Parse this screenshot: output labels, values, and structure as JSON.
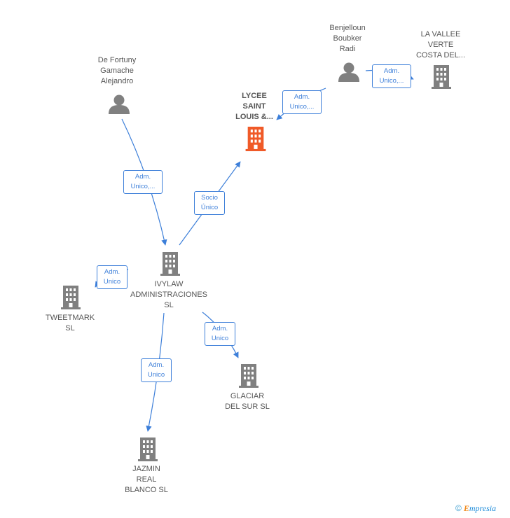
{
  "nodes": {
    "de_fortuny": {
      "label": "De Fortuny\nGamache\nAlejandro",
      "kind": "person"
    },
    "benjelloun": {
      "label": "Benjelloun\nBoubker\nRadi",
      "kind": "person"
    },
    "la_vallee": {
      "label": "LA VALLEE\nVERTE\nCOSTA DEL...",
      "kind": "company"
    },
    "lycee": {
      "label": "LYCEE\nSAINT\nLOUIS &...",
      "kind": "company-focus"
    },
    "ivylaw": {
      "label": "IVYLAW\nADMINISTRACIONES\nSL",
      "kind": "company"
    },
    "tweetmark": {
      "label": "TWEETMARK\nSL",
      "kind": "company"
    },
    "glaciar": {
      "label": "GLACIAR\nDEL SUR SL",
      "kind": "company"
    },
    "jazmin": {
      "label": "JAZMIN\nREAL\nBLANCO  SL",
      "kind": "company"
    }
  },
  "edges": {
    "fortuny_ivylaw": "Adm.\nUnico,...",
    "benjelloun_lycee": "Adm.\nUnico,...",
    "benjelloun_lavallee": "Adm.\nUnico,...",
    "ivylaw_lycee": "Socio\nÚnico",
    "ivylaw_tweetmark": "Adm.\nUnico",
    "ivylaw_glaciar": "Adm.\nUnico",
    "ivylaw_jazmin": "Adm.\nUnico"
  },
  "colors": {
    "edge": "#3d7fd9",
    "icon": "#808080",
    "focus_icon": "#f05a28"
  },
  "brand": {
    "copyright": "©",
    "e": "E",
    "name": "mpresia"
  }
}
